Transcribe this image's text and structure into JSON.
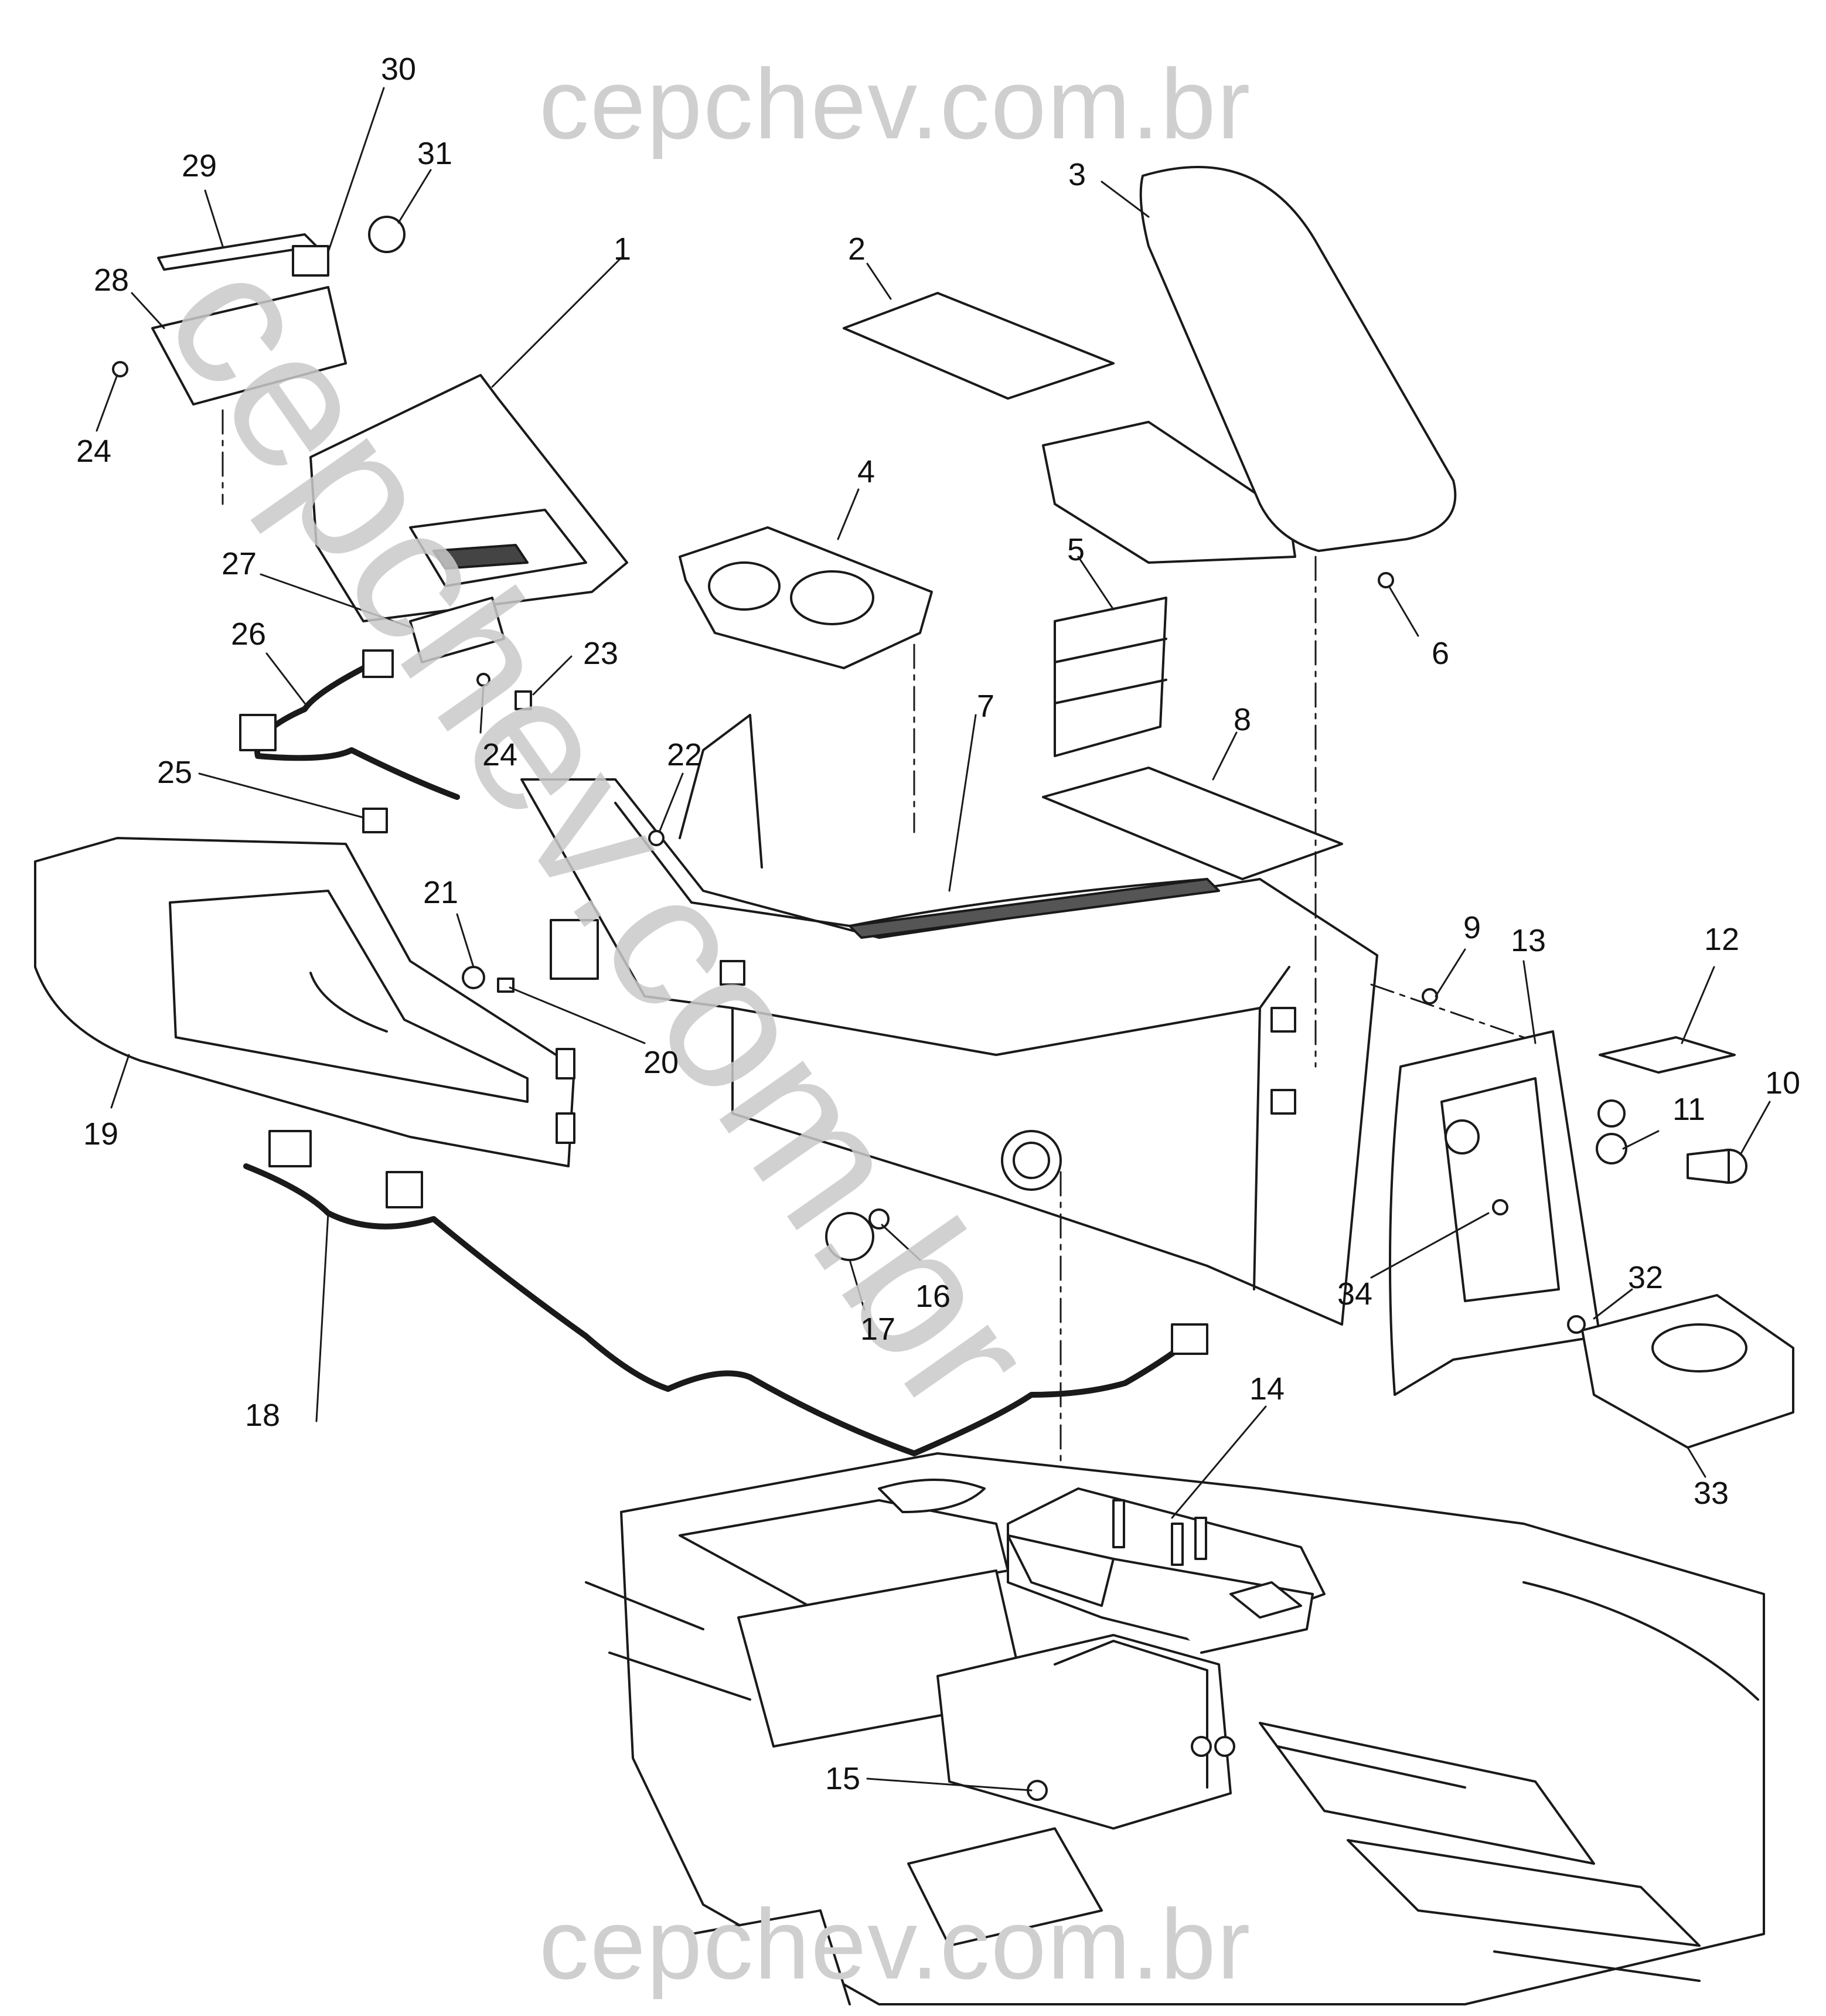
{
  "watermark": {
    "top": "cepchev.com.br",
    "bottom": "cepchev.com.br",
    "diagonal": "cepchev.com.br"
  },
  "callouts": {
    "c1": "1",
    "c2": "2",
    "c3": "3",
    "c4": "4",
    "c5": "5",
    "c6": "6",
    "c7": "7",
    "c8": "8",
    "c9": "9",
    "c10": "10",
    "c11": "11",
    "c12": "12",
    "c13": "13",
    "c14": "14",
    "c15": "15",
    "c16": "16",
    "c17": "17",
    "c18": "18",
    "c19": "19",
    "c20": "20",
    "c21": "21",
    "c22": "22",
    "c23": "23",
    "c24a": "24",
    "c24b": "24",
    "c25": "25",
    "c26": "26",
    "c27": "27",
    "c28": "28",
    "c29": "29",
    "c30": "30",
    "c31": "31",
    "c32": "32",
    "c33": "33",
    "c34": "34"
  }
}
